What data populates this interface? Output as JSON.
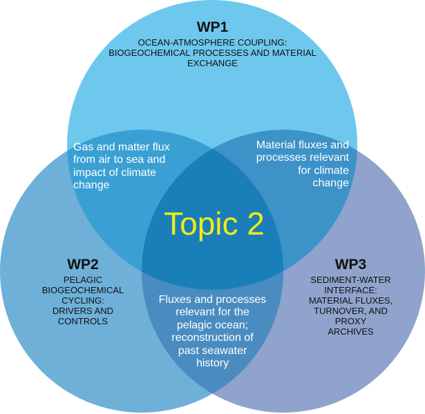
{
  "colors": {
    "wp1": "#6ec8ee",
    "wp2": "#6eb0d8",
    "wp3": "#8fa3cc",
    "wp1_wp2": "#3aa0d4",
    "wp1_wp3": "#3d92c8",
    "wp2_wp3": "#4a8cc0",
    "center": "#1a7fb8",
    "topic_text": "#f2ea1a"
  },
  "wp1": {
    "title": "WP1",
    "lines": [
      "OCEAN-ATMOSPHERE COUPLING:",
      "BIOGEOCHEMICAL PROCESSES AND MATERIAL",
      "EXCHANGE"
    ]
  },
  "wp2": {
    "title": "WP2",
    "lines": [
      "PELAGIC",
      "BIOGEOCHEMICAL",
      "CYCLING:",
      "DRIVERS AND",
      "CONTROLS"
    ]
  },
  "wp3": {
    "title": "WP3",
    "lines": [
      "SEDIMENT-WATER",
      "INTERFACE:",
      "MATERIAL FLUXES,",
      "TURNOVER, AND",
      "PROXY",
      "ARCHIVES"
    ]
  },
  "overlap_wp1_wp2": [
    "Gas and matter flux",
    "from air to sea and",
    "impact of climate",
    "change"
  ],
  "overlap_wp1_wp3": [
    "Material fluxes and",
    "processes relevant",
    "for climate",
    "change"
  ],
  "overlap_wp2_wp3": [
    "Fluxes and processes",
    "relevant for the",
    "pelagic ocean;",
    "reconstruction of",
    "past seawater",
    "history"
  ],
  "center": "Topic 2"
}
